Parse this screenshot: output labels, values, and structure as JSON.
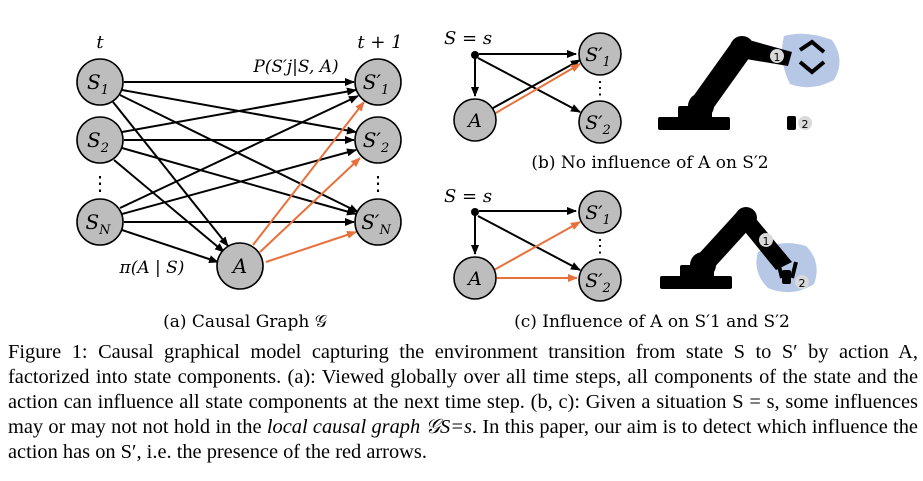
{
  "panel_a": {
    "time_t": "t",
    "time_t1": "t + 1",
    "edge_label_top": "P(S′j|S, A)",
    "edge_label_policy": "π(A | S)",
    "caption": "(a) Causal Graph 𝒢",
    "nodes": {
      "s1": "S",
      "s1_sub": "1",
      "s2": "S",
      "s2_sub": "2",
      "sn": "S",
      "sn_sub": "N",
      "a": "A",
      "s1p": "S′",
      "s1p_sub": "1",
      "s2p": "S′",
      "s2p_sub": "2",
      "snp": "S′",
      "snp_sub": "N",
      "dots_left": "⋮",
      "dots_right": "⋮"
    }
  },
  "panel_b": {
    "state_label": "S = s",
    "node_a": "A",
    "node_s1p": "S′",
    "node_s1p_sub": "1",
    "node_s2p": "S′",
    "node_s2p_sub": "2",
    "dots": "⋮",
    "caption": "(b) No influence of A on S′2",
    "robot_marker_1": "1",
    "robot_marker_2": "2"
  },
  "panel_c": {
    "state_label": "S = s",
    "node_a": "A",
    "node_s1p": "S′",
    "node_s1p_sub": "1",
    "node_s2p": "S′",
    "node_s2p_sub": "2",
    "dots": "⋮",
    "caption": "(c) Influence of A on S′1 and S′2",
    "robot_marker_1": "1",
    "robot_marker_2": "2"
  },
  "colors": {
    "node_fill": "#bdbdbd",
    "influence_arrow": "#e8703a",
    "gripper_highlight": "#b7c7e6"
  },
  "figure_caption": {
    "prefix": "Figure 1: ",
    "part1": "Causal graphical model capturing the environment transition from state S to S′ by action A, factorized into state components. (a): Viewed globally over all time steps, all components of the state and the action can influence all state components at the next time step. (b, c): Given a situation S = s, some influences may or may not not hold in the ",
    "emph": "local causal graph 𝒢S=s",
    "part2": ". In this paper, our aim is to detect which influence the action has on S′, i.e. the presence of the red arrows."
  }
}
